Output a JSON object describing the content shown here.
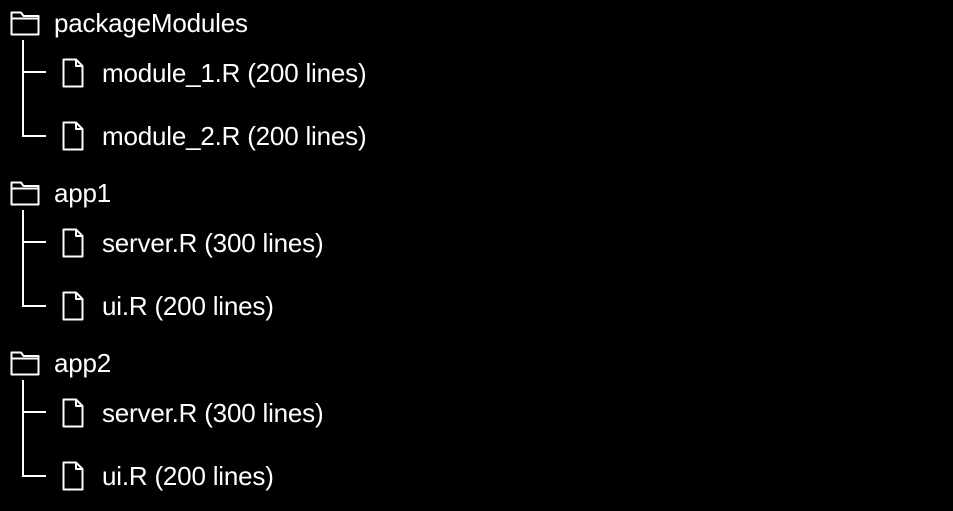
{
  "tree": {
    "folders": [
      {
        "name": "packageModules",
        "icon": "folder-icon",
        "files": [
          {
            "label": "module_1.R (200 lines)",
            "icon": "file-icon"
          },
          {
            "label": "module_2.R (200 lines)",
            "icon": "file-icon"
          }
        ]
      },
      {
        "name": "app1",
        "icon": "folder-icon",
        "files": [
          {
            "label": "server.R (300 lines)",
            "icon": "file-icon"
          },
          {
            "label": "ui.R (200 lines)",
            "icon": "file-icon"
          }
        ]
      },
      {
        "name": "app2",
        "icon": "folder-icon",
        "files": [
          {
            "label": "server.R (300 lines)",
            "icon": "file-icon"
          },
          {
            "label": "ui.R (200 lines)",
            "icon": "file-icon"
          }
        ]
      }
    ]
  },
  "colors": {
    "background": "#000000",
    "foreground": "#ffffff"
  }
}
